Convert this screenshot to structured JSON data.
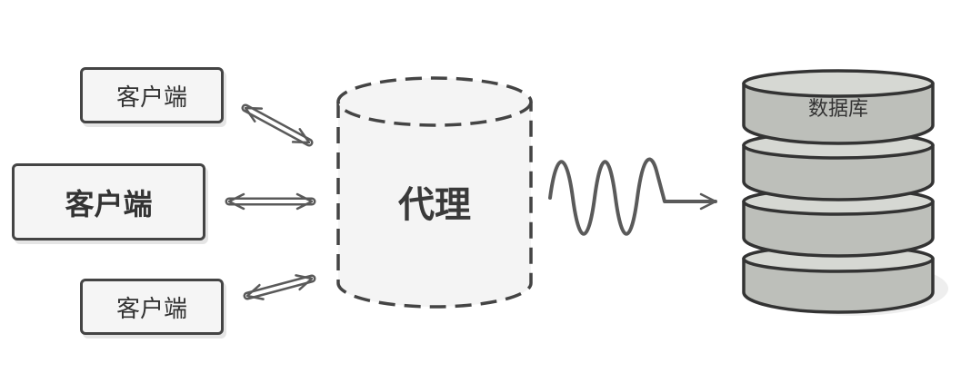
{
  "clients": [
    {
      "label": "客户端"
    },
    {
      "label": "客户端"
    },
    {
      "label": "客户端"
    }
  ],
  "proxy": {
    "label": "代理"
  },
  "database": {
    "label": "数据库"
  },
  "colors": {
    "stroke": "#444444",
    "arrow": "#5a5a5a",
    "proxy_fill": "#f4f4f4",
    "db_fill": "#bdbfba",
    "db_rim": "#d6d8d3",
    "shadow": "#eeeeee"
  }
}
